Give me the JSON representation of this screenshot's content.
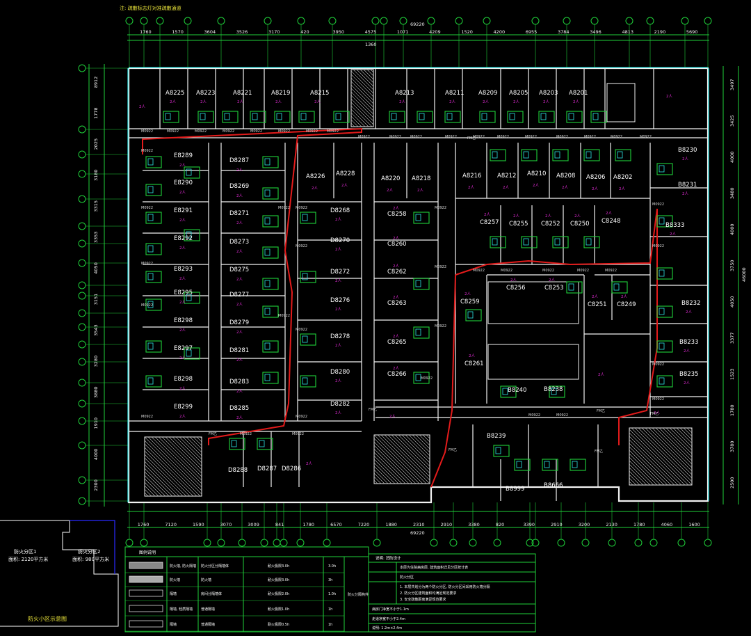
{
  "header": {
    "note": "注: 疏散标志灯对准疏散通道"
  },
  "dims": {
    "top": [
      "1760",
      "1570",
      "3604",
      "3526",
      "3170",
      "420",
      "3950",
      "4575",
      "1071",
      "4209",
      "1520",
      "4200",
      "6955",
      "3784",
      "3496",
      "4813",
      "2190",
      "5690"
    ],
    "top_total": "69220",
    "top_mid": "1360",
    "bottom": [
      "1760",
      "7120",
      "1590",
      "3070",
      "3009",
      "841",
      "1780",
      "6570",
      "7220",
      "1880",
      "2310",
      "2910",
      "3380",
      "820",
      "3390",
      "2910",
      "3200",
      "2130",
      "1780",
      "4060",
      "1600"
    ],
    "bottom_total": "69220",
    "left": [
      "8912",
      "1778",
      "2025",
      "3180",
      "3315",
      "3353",
      "4050",
      "3151",
      "3543",
      "3280",
      "3880",
      "1910",
      "4000",
      "2300"
    ],
    "right": [
      "3497",
      "3425",
      "4000",
      "3480",
      "4000",
      "3750",
      "4050",
      "3377",
      "1523",
      "1780",
      "3780",
      "2500"
    ],
    "right_total": "46000"
  },
  "rooms": {
    "a_top": [
      "A8225",
      "A8223",
      "A8221",
      "A8219",
      "A8215",
      "A8213",
      "A8211",
      "A8209",
      "A8205",
      "A8203",
      "A8201"
    ],
    "a_mid": [
      "A8226",
      "A8228",
      "A8220",
      "A8218",
      "A8216",
      "A8212",
      "A8210",
      "A8208",
      "A8206",
      "A8202"
    ],
    "e_col": [
      "E8289",
      "E8290",
      "E8291",
      "E8292",
      "E8293",
      "E8295",
      "E8298",
      "E8297",
      "E8298",
      "E8299"
    ],
    "d_col": [
      "D8287",
      "D8269",
      "D8271",
      "D8273",
      "D8275",
      "D8277",
      "D8279",
      "D8281",
      "D8283",
      "D8285"
    ],
    "d_col2": [
      "D8268",
      "D8270",
      "D8272",
      "D8276",
      "D8278",
      "D8280",
      "D8282"
    ],
    "d_bottom": [
      "D8288",
      "D8287",
      "D8286"
    ],
    "c_col": [
      "C8258",
      "C8260",
      "C8262",
      "C8263",
      "C8265",
      "C8266"
    ],
    "c_right": [
      "C8257",
      "C8255",
      "C8252",
      "C8250",
      "C8248",
      "C8259",
      "C8256",
      "C8253",
      "C8251",
      "C8249",
      "C8261"
    ],
    "b_right": [
      "B8230",
      "B8231",
      "B8333",
      "B8232",
      "B8233",
      "B8235"
    ],
    "b_bottom": [
      "B8240",
      "B8238",
      "B8239",
      "B8999",
      "B8666"
    ]
  },
  "door_tag": "M0922",
  "fire_tag": "FM乙",
  "labels": {
    "lower_left_plan": "防火小区示意图",
    "zone1_name": "防火分区1",
    "zone1_area": "面积: 2120平方米",
    "zone2_name": "防火分区2",
    "zone2_area": "面积: 980平方米"
  },
  "legend": {
    "title": "图例说明",
    "rows": [
      {
        "c1": "防火墙, 防火隔墙",
        "c2": "防火分区分隔墙体",
        "c3": "耐火极限3.0h",
        "c4": "3.0h"
      },
      {
        "c1": "防火墙",
        "c2": "防火墙",
        "c3": "耐火极限3.0h",
        "c4": "3h"
      },
      {
        "c1": "隔墙",
        "c2": "房间分隔墙体",
        "c3": "耐火极限2.0h",
        "c4": "1.0h"
      },
      {
        "c1": "隔墙, 轻质隔墙",
        "c2": "普通隔墙",
        "c3": "耐火极限1.0h",
        "c4": "1h"
      },
      {
        "c1": "隔墙",
        "c2": "普通隔墙",
        "c3": "耐火极限0.5h",
        "c4": "1h"
      }
    ],
    "side": "防火分隔构件"
  },
  "notes": {
    "title": "说明: 消防设计",
    "line1": "本层为住院病房层, 建筑面积详见分区统计表",
    "line2": "防火分区",
    "line3": "1. 本层共划分为两个防火分区, 防火分区间采用防火墙分隔",
    "line4": "2. 防火分区建筑面积均满足规范要求",
    "line5": "3. 安全疏散距离满足规范要求",
    "line6": "病房门净宽不小于1.1m",
    "line7": "走道净宽不小于2.4m",
    "line8": "说明: 1.2m×2.4m"
  }
}
